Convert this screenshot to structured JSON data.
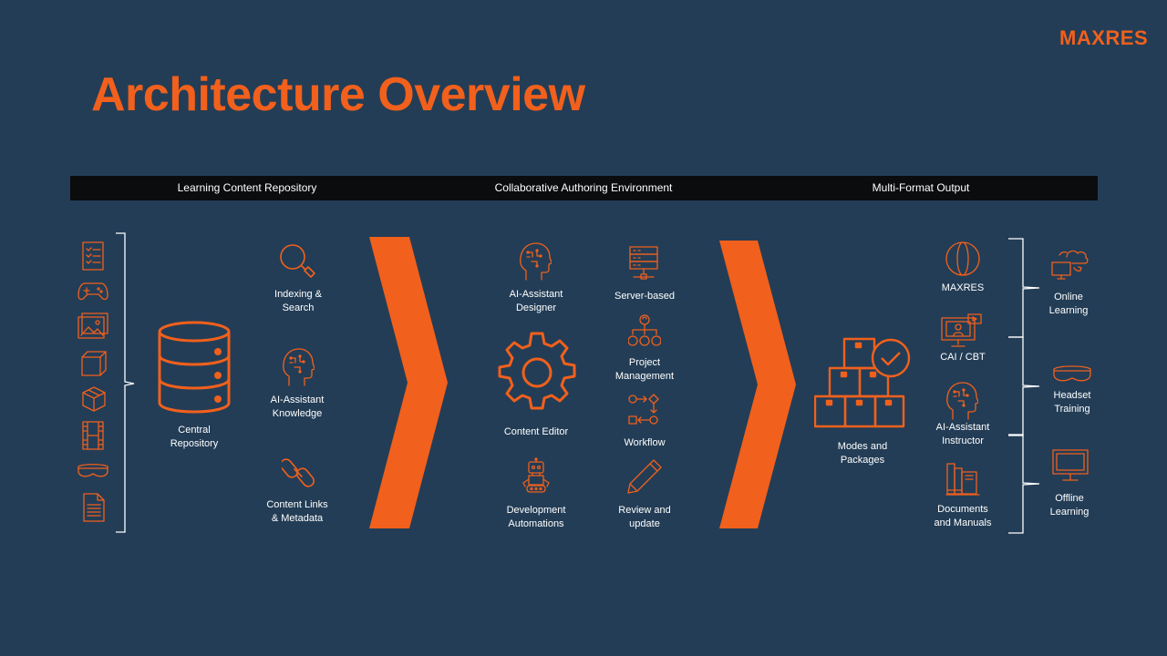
{
  "header": {
    "brand": "MAXRES",
    "title": "Architecture Overview"
  },
  "sections": {
    "repository": "Learning Content Repository",
    "authoring": "Collaborative Authoring Environment",
    "output": "Multi-Format Output"
  },
  "content_types": [
    {
      "icon": "checklist-icon"
    },
    {
      "icon": "gamepad-icon"
    },
    {
      "icon": "image-gallery-icon"
    },
    {
      "icon": "3d-cube-icon"
    },
    {
      "icon": "package-box-icon"
    },
    {
      "icon": "film-strip-icon"
    },
    {
      "icon": "vr-headset-icon"
    },
    {
      "icon": "document-icon"
    }
  ],
  "repository": {
    "central": "Central\nRepository",
    "indexing": "Indexing &\nSearch",
    "ai_knowledge": "AI-Assistant\nKnowledge",
    "links": "Content Links\n& Metadata"
  },
  "authoring": {
    "ai_designer": "AI-Assistant\nDesigner",
    "server": "Server-based",
    "project": "Project\nManagement",
    "editor": "Content Editor",
    "workflow": "Workflow",
    "automations": "Development\nAutomations",
    "review": "Review and\nupdate"
  },
  "output": {
    "modes": "Modes and\nPackages",
    "maxres": "MAXRES",
    "cai": "CAI / CBT",
    "ai_instructor": "AI-Assistant\nInstructor",
    "docs": "Documents\nand Manuals"
  },
  "delivery": {
    "online": "Online\nLearning",
    "headset": "Headset\nTraining",
    "offline": "Offline\nLearning"
  },
  "colors": {
    "background": "#233d56",
    "accent": "#f1601c",
    "header_bar": "#0a0c0e",
    "text": "#ffffff"
  }
}
